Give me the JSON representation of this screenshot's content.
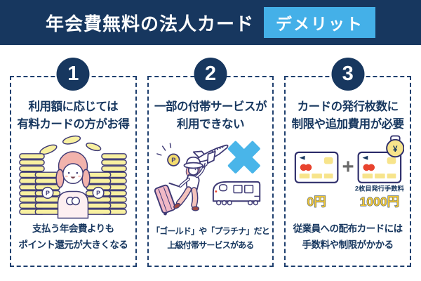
{
  "header": {
    "title": "年会費無料の法人カード",
    "badge": "デメリット"
  },
  "colors": {
    "navy": "#17375f",
    "accent_blue": "#44b0e8",
    "outline_purple": "#3e3a75",
    "coin_yellow": "#f8f0a0",
    "gold": "#eec437",
    "card_red": "#e8432e",
    "pink": "#f2b3ac"
  },
  "glyphs": {
    "point": "P",
    "yen": "¥",
    "plus": "+"
  },
  "sections": [
    {
      "number": "1",
      "title": "利用額に応じては\n有料カードの方がお得",
      "caption": "支払う年会費よりも\nポイント還元が大きくなる"
    },
    {
      "number": "2",
      "title": "一部の付帯サービスが\n利用できない",
      "caption": "「ゴールド」や「プラチナ」だと\n上級付帯サービスがある"
    },
    {
      "number": "3",
      "title": "カードの発行枚数に\n制限や追加費用が必要",
      "caption": "従業員への配布カードには\n手数料や制限がかかる",
      "labels": {
        "fee_note": "2枚目発行手数料",
        "first_card_price": "0円",
        "second_card_price": "1000円"
      }
    }
  ]
}
